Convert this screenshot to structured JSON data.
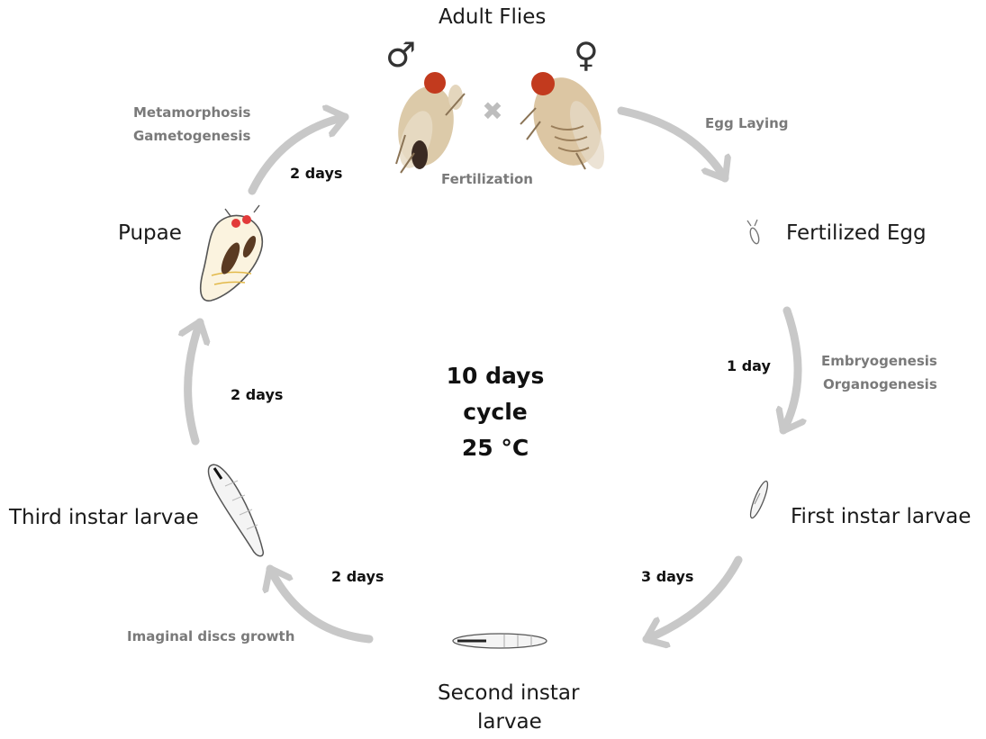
{
  "stages": {
    "adult": "Adult Flies",
    "egg": "Fertilized Egg",
    "first": "First instar larvae",
    "second_line1": "Second instar",
    "second_line2": "larvae",
    "third": "Third instar larvae",
    "pupae": "Pupae"
  },
  "processes": {
    "egg_laying": "Egg Laying",
    "fertilization": "Fertilization",
    "embryogenesis": "Embryogenesis",
    "organogenesis": "Organogenesis",
    "imaginal": "Imaginal discs growth",
    "metamorphosis": "Metamorphosis",
    "gametogenesis": "Gametogenesis"
  },
  "durations": {
    "embryo": "1 day",
    "first_to_second": "3 days",
    "second_to_third": "2 days",
    "third_to_pupae": "2 days",
    "pupae_to_adult": "2 days"
  },
  "center": {
    "line1": "10 days",
    "line2": "cycle",
    "line3": "25 °C"
  },
  "symbols": {
    "male": "♂",
    "female": "♀",
    "cross": "✖"
  },
  "colors": {
    "arrow": "#c8c8c8",
    "process_text": "#7a7a7a",
    "fly_eye": "#c23a1e",
    "fly_body": "#d9c5a8"
  }
}
